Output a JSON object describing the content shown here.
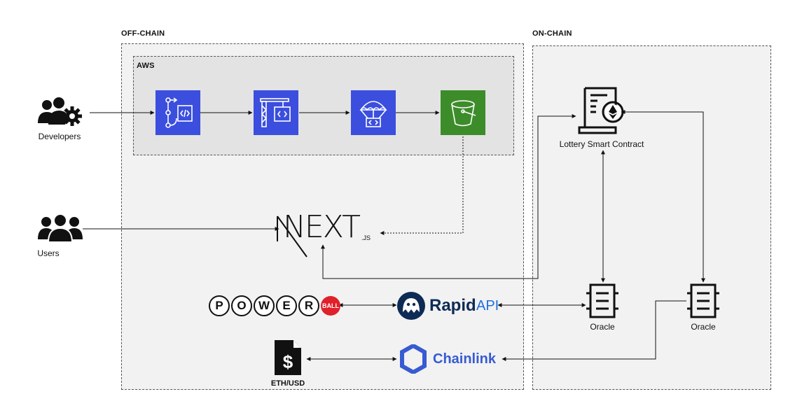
{
  "sections": {
    "off_chain": "OFF-CHAIN",
    "on_chain": "ON-CHAIN",
    "aws": "AWS"
  },
  "actors": {
    "developers": "Developers",
    "users": "Users"
  },
  "aws_services": [
    {
      "icon": "codepipeline-icon",
      "color": "#3b4ede"
    },
    {
      "icon": "codebuild-icon",
      "color": "#3b4ede"
    },
    {
      "icon": "codedeploy-icon",
      "color": "#3b4ede"
    },
    {
      "icon": "s3-bucket-icon",
      "color": "#3d8c2a"
    }
  ],
  "frontend": {
    "logo_text": "NEXT",
    "logo_suffix": ".JS"
  },
  "contract": {
    "label": "Lottery Smart Contract"
  },
  "oracles": [
    {
      "label": "Oracle"
    },
    {
      "label": "Oracle"
    }
  ],
  "powerball": {
    "letters": [
      "P",
      "O",
      "W",
      "E",
      "R"
    ],
    "ball_text": "BALL"
  },
  "rapidapi": {
    "name": "Rapid",
    "suffix": "API"
  },
  "chainlink": {
    "name": "Chainlink"
  },
  "price_feed": {
    "label": "ETH/USD"
  },
  "colors": {
    "aws_blue": "#3b4ede",
    "aws_green": "#3d8c2a",
    "rapidapi_navy": "#0e2b56",
    "rapidapi_blue": "#1f6fe0",
    "chainlink_blue": "#375bd2",
    "powerball_red": "#e0202a"
  }
}
